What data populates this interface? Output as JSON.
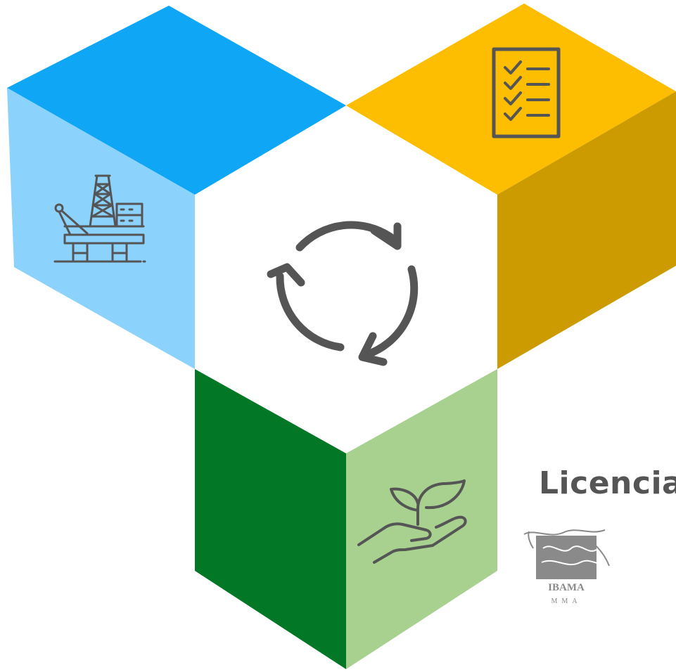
{
  "caption": {
    "text": "Licencia"
  },
  "logo": {
    "name": "IBAMA",
    "sub": "MMA"
  },
  "colors": {
    "blue_top": "#0fa6f5",
    "blue_side": "#8bd3fd",
    "yellow_top": "#fdbd00",
    "yellow_side": "#cc9b02",
    "green_dark": "#027726",
    "green_light": "#a8d18f",
    "icon_gray": "#555555",
    "center_face": "#ffffff",
    "logo_gray": "#8a8a8a"
  },
  "icons": {
    "top_left": "offshore-oil-platform-icon",
    "top_right": "checklist-icon",
    "center": "cycle-arrows-icon",
    "bottom_right": "plant-in-hand-icon"
  }
}
